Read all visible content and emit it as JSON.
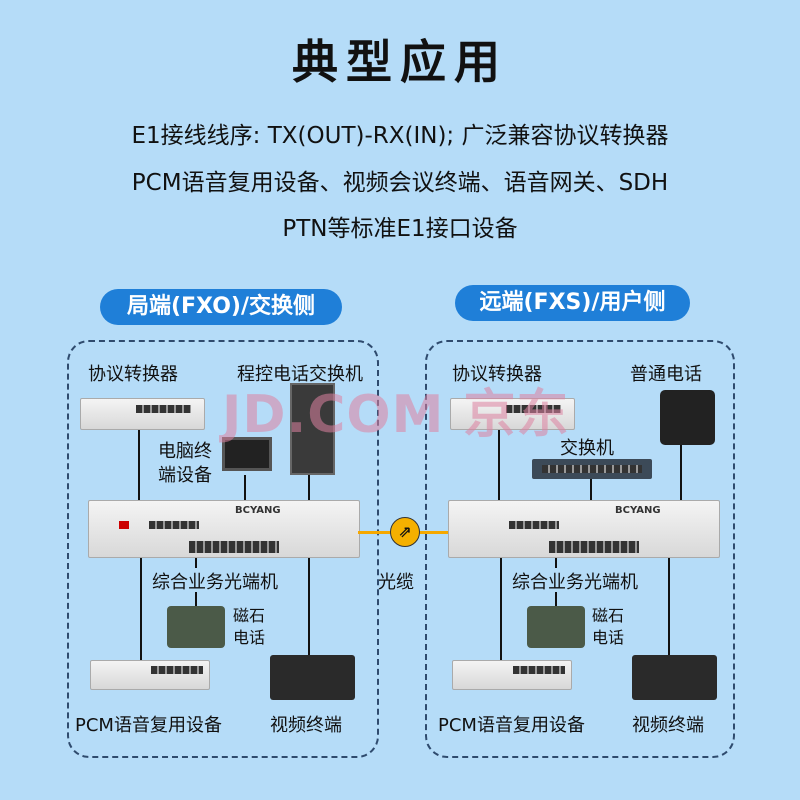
{
  "title": "典型应用",
  "intro": [
    "E1接线线序: TX(OUT)-RX(IN); 广泛兼容协议转换器",
    "PCM语音复用设备、视频会议终端、语音网关、SDH",
    "PTN等标准E1接口设备"
  ],
  "left": {
    "header": "局端(FXO)/交换侧",
    "converter": "协议转换器",
    "pbx": "程控电话交换机",
    "pc": [
      "电脑终",
      "端设备"
    ],
    "main": "综合业务光端机",
    "magneto": [
      "磁石",
      "电话"
    ],
    "pcm": "PCM语音复用设备",
    "video": "视频终端"
  },
  "right": {
    "header": "远端(FXS)/用户侧",
    "converter": "协议转换器",
    "phone": "普通电话",
    "switch": "交换机",
    "main": "综合业务光端机",
    "magneto": [
      "磁石",
      "电话"
    ],
    "pcm": "PCM语音复用设备",
    "video": "视频终端"
  },
  "cable": "光缆",
  "brand": "BCYANG",
  "watermark": "JD.COM 京东",
  "colors": {
    "background": "#b5dcf8",
    "accent": "#1f7fd8",
    "fiber": "#f5a800"
  }
}
